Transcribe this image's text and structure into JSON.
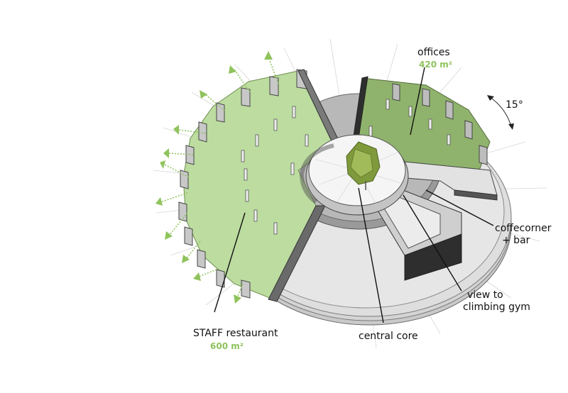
{
  "labels": {
    "offices": "offices",
    "offices_area": "420 m²",
    "angle": "15°",
    "coffecorner_line1": "coffecorner",
    "coffecorner_line2": "+ bar",
    "view_line1": "view to",
    "view_line2": "climbing gym",
    "central_core": "central core",
    "staff_restaurant": "STAFF restaurant",
    "staff_area": "600 m²"
  },
  "colors": {
    "green_floor": "#bcdca0",
    "dark_green_floor": "#8fb36c",
    "tree": "#7f9a3c",
    "grey_wall": "#8c8c8c",
    "dark_wall": "#3a3a3a",
    "light_grey": "#dcdcdc",
    "arrow_green": "#8fc35c"
  }
}
